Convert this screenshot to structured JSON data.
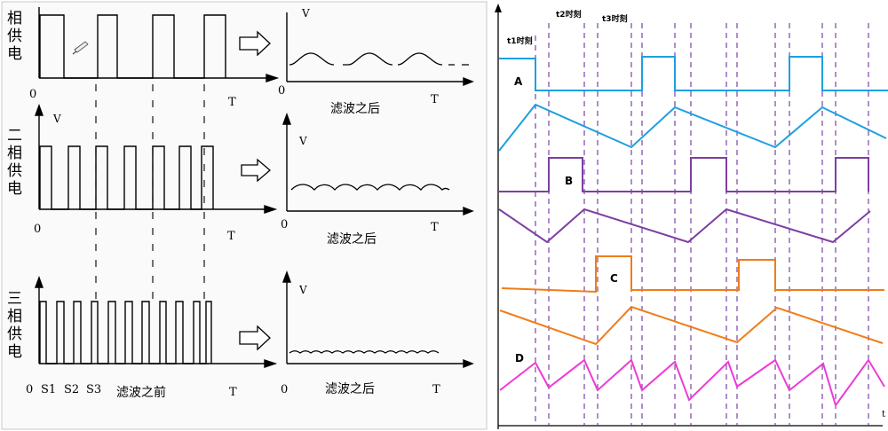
{
  "left_panel": {
    "rows": [
      {
        "supply_label": "相\n供\n电",
        "filtered_caption": "滤波之后"
      },
      {
        "supply_label": "二\n相\n供\n电",
        "filtered_caption": "滤波之后"
      },
      {
        "supply_label": "三\n相\n供\n电",
        "filtered_caption": "滤波之后"
      }
    ],
    "axis_v": "V",
    "axis_t": "T",
    "origin": "0",
    "phase_ticks": [
      "S1",
      "S2",
      "S3"
    ],
    "before_caption": "滤波之前"
  },
  "right_panel": {
    "time_markers": [
      "t1时刻",
      "t2时刻",
      "t3时刻"
    ],
    "channels": [
      {
        "label": "A",
        "color": "#1e9fe0"
      },
      {
        "label": "B",
        "color": "#7d3fa3"
      },
      {
        "label": "C",
        "color": "#ef7d1a"
      },
      {
        "label": "D",
        "color": "#ee3ad6"
      }
    ],
    "axis_t": "t",
    "guide_color": "#7030a0"
  }
}
